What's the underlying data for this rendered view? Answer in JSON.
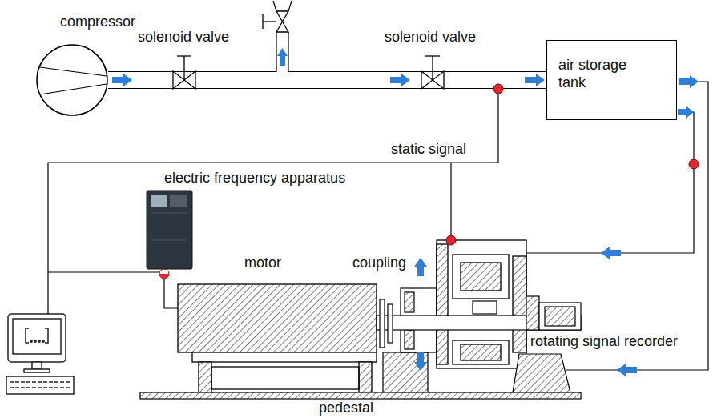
{
  "diagram": {
    "nodes": [
      {
        "text": [
          "compressor"
        ]
      },
      {
        "text": [
          "air storage tank"
        ]
      }
    ],
    "edges": [
      {
        "from": 0,
        "to": 1,
        "arrow": "to"
      }
    ],
    "labels": [
      "solenoid valve",
      "solenoid valve",
      "static signal",
      "electric frequency apparatus",
      "motor",
      "coupling",
      "rotating signal recorder",
      "pedestal"
    ]
  }
}
